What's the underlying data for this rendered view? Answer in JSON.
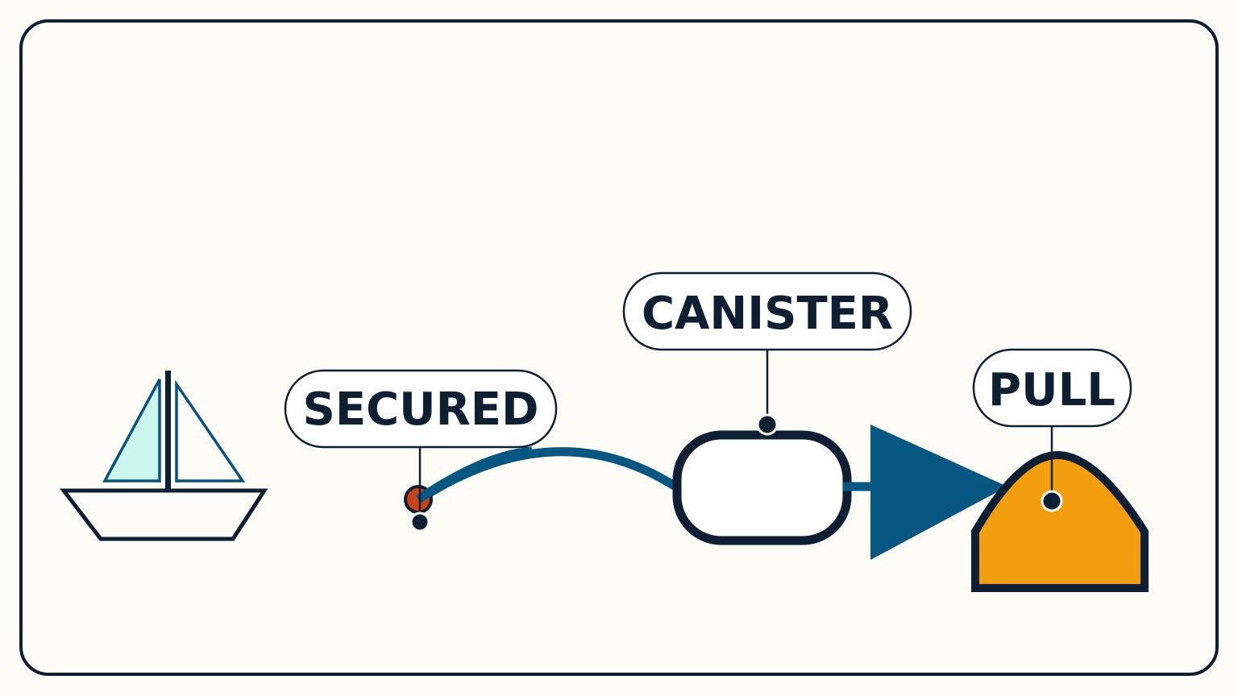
{
  "labels": {
    "secured": "SECURED",
    "canister": "CANISTER",
    "pull": "PULL"
  },
  "colors": {
    "background": "#fdfcf7",
    "outline": "#0e1f33",
    "line": "#065883",
    "sail": "#ccf7ef",
    "sail_edge": "#07527e",
    "handle": "#f29e0f",
    "knot": "#c6431b",
    "canister_fill": "#ffffff"
  },
  "icons": {
    "boat": "sailboat-icon",
    "handle": "pull-handle-icon",
    "canister": "canister-shape",
    "arrow": "arrowhead-icon"
  }
}
